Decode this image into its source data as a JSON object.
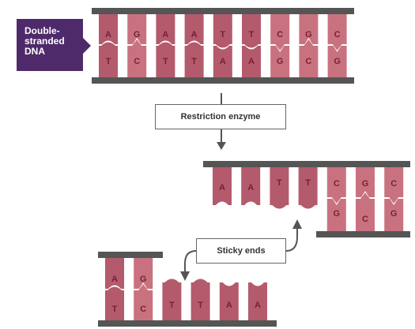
{
  "label_dna": "Double-\nstranded\nDNA",
  "label_enzyme": "Restriction enzyme",
  "label_sticky": "Sticky ends",
  "colors": {
    "backbone": "#555555",
    "base_dark": "#b65a6e",
    "base_light": "#e7a8b6",
    "label_bg": "#4f2a6b",
    "arrow": "#555555",
    "text": "#7a1f33"
  },
  "dna": {
    "top_strand": [
      "A",
      "G",
      "A",
      "A",
      "T",
      "T",
      "C",
      "G",
      "C"
    ],
    "bottom_strand": [
      "T",
      "C",
      "T",
      "T",
      "A",
      "A",
      "G",
      "C",
      "G"
    ]
  },
  "fragment_right": {
    "top_strand": [
      "A",
      "A",
      "T",
      "T",
      "C",
      "G",
      "C"
    ],
    "bottom_strand": [
      "G",
      "C",
      "G"
    ]
  },
  "fragment_left": {
    "top_strand": [
      "A",
      "G"
    ],
    "bottom_strand": [
      "T",
      "C",
      "T",
      "T",
      "A",
      "A"
    ]
  }
}
